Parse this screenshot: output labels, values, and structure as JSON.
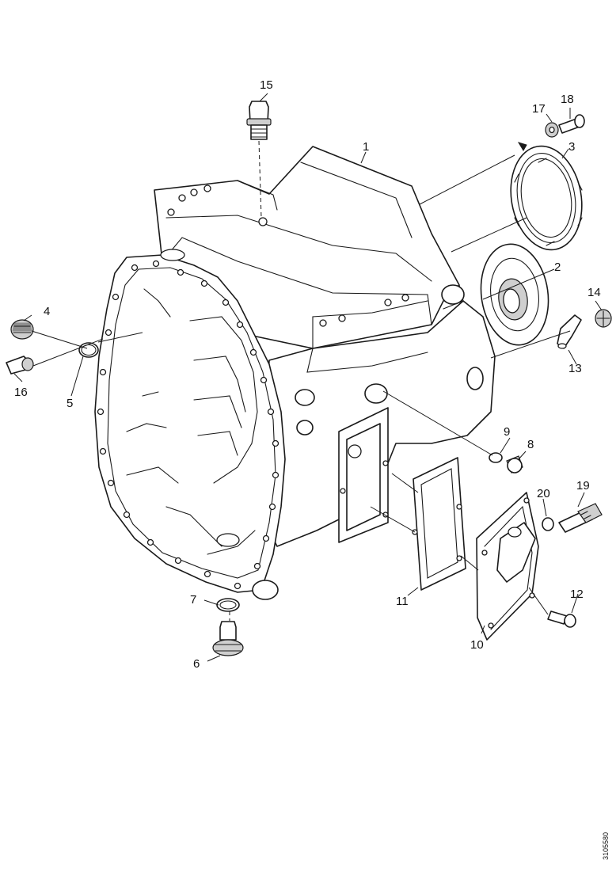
{
  "callouts": [
    {
      "id": "c1",
      "label": "1"
    },
    {
      "id": "c2",
      "label": "2"
    },
    {
      "id": "c3",
      "label": "3"
    },
    {
      "id": "c4",
      "label": "4"
    },
    {
      "id": "c5",
      "label": "5"
    },
    {
      "id": "c6",
      "label": "6"
    },
    {
      "id": "c7",
      "label": "7"
    },
    {
      "id": "c8",
      "label": "8"
    },
    {
      "id": "c9",
      "label": "9"
    },
    {
      "id": "c10",
      "label": "10"
    },
    {
      "id": "c11",
      "label": "11"
    },
    {
      "id": "c12",
      "label": "12"
    },
    {
      "id": "c13",
      "label": "13"
    },
    {
      "id": "c14",
      "label": "14"
    },
    {
      "id": "c15",
      "label": "15"
    },
    {
      "id": "c16",
      "label": "16"
    },
    {
      "id": "c17",
      "label": "17"
    },
    {
      "id": "c18",
      "label": "18"
    },
    {
      "id": "c19",
      "label": "19"
    },
    {
      "id": "c20",
      "label": "20"
    }
  ],
  "document_ref": "3105580",
  "colors": {
    "ink": "#1a1a1a",
    "background": "#ffffff"
  }
}
